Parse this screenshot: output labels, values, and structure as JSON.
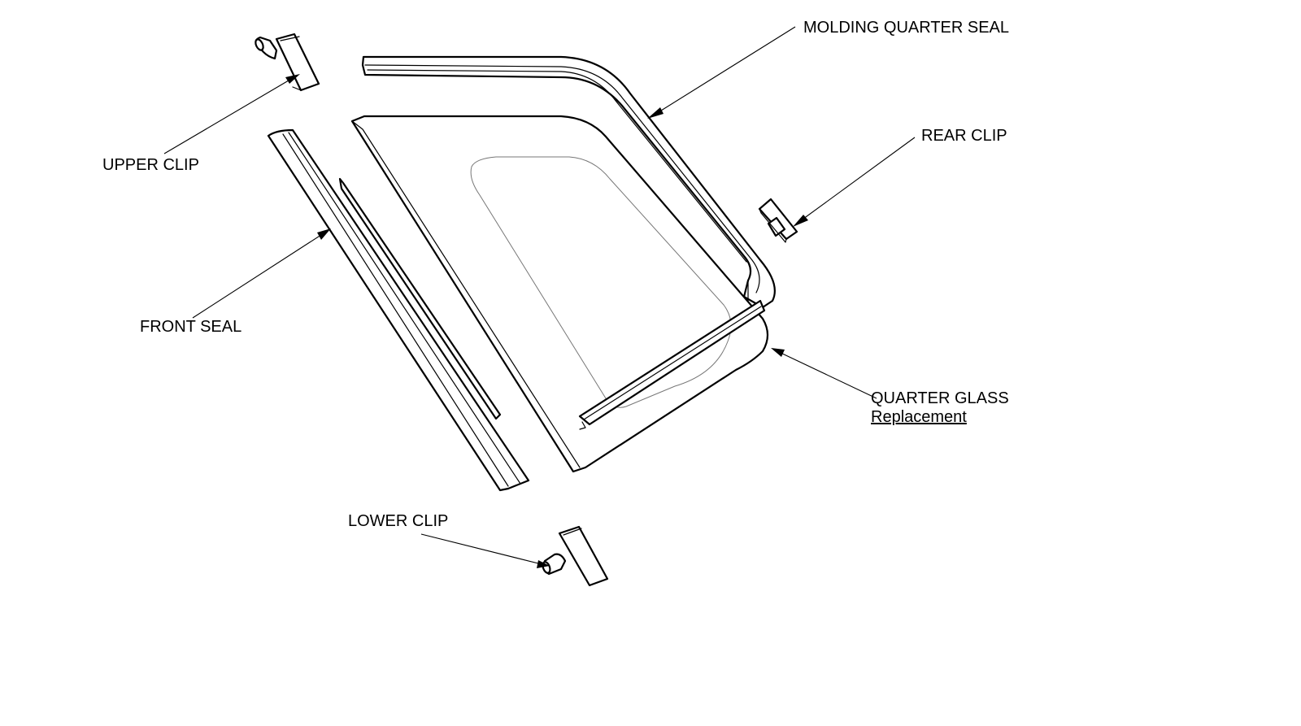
{
  "labels": {
    "molding_quarter_seal": "MOLDING QUARTER SEAL",
    "rear_clip": "REAR CLIP",
    "upper_clip": "UPPER CLIP",
    "front_seal": "FRONT SEAL",
    "quarter_glass": "QUARTER GLASS",
    "quarter_glass_link": "Replacement",
    "lower_clip": "LOWER CLIP"
  },
  "colors": {
    "line": "#000000",
    "background": "#ffffff"
  }
}
